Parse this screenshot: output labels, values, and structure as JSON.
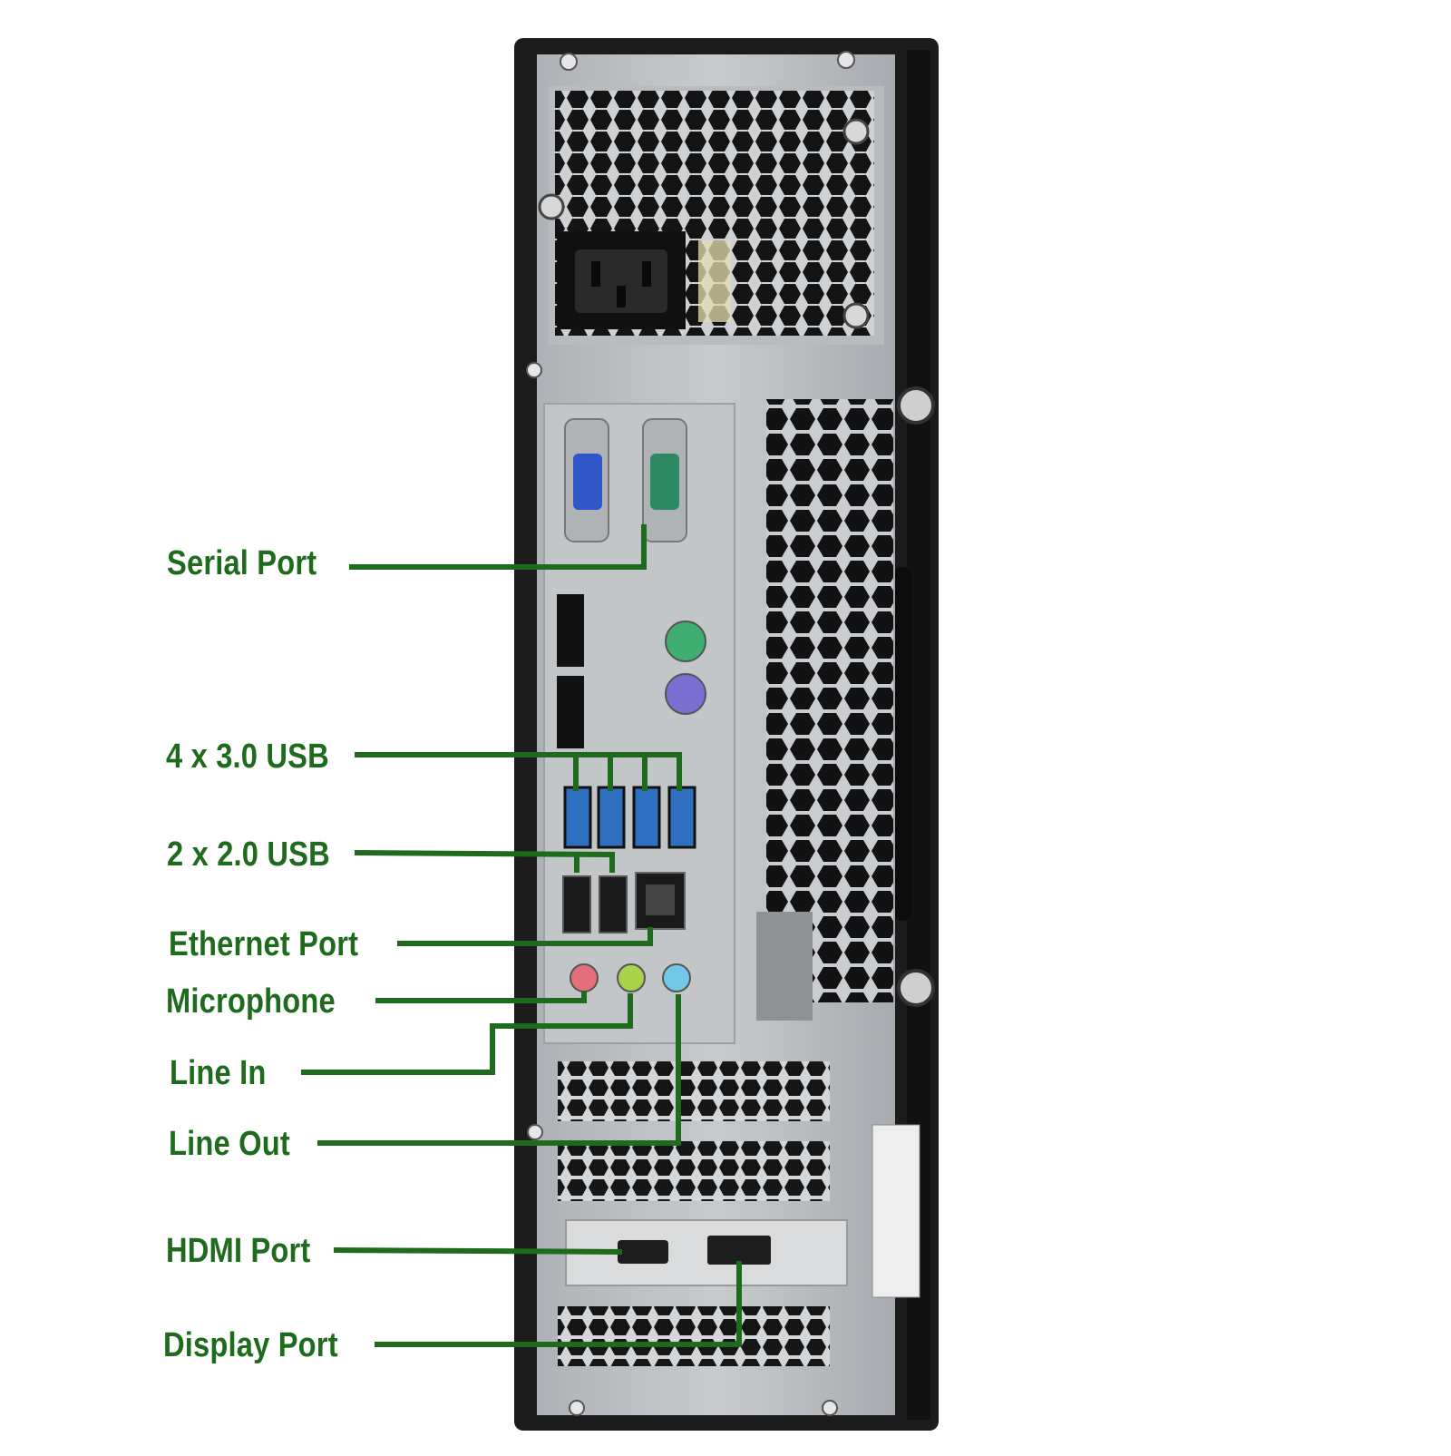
{
  "colors": {
    "label": "#1e6b1e",
    "leader": "#1e6b1e",
    "case": "#1c1c1c",
    "steel": "#b9bdc1",
    "usb3": "#2f6fc0",
    "vga": "#2f55c8",
    "serial": "#2e8a63",
    "ps2_mouse": "#3fae6f",
    "ps2_keyboard": "#7a6fd0",
    "mic": "#e46f7a",
    "line_in": "#a8d24a",
    "line_out": "#72c8e6"
  },
  "labels": {
    "serial": "Serial Port",
    "usb3": "4 x 3.0 USB",
    "usb2": "2 x 2.0 USB",
    "ethernet": "Ethernet Port",
    "microphone": "Microphone",
    "line_in": "Line In",
    "line_out": "Line Out",
    "hdmi": "HDMI Port",
    "displayport": "Display Port"
  }
}
